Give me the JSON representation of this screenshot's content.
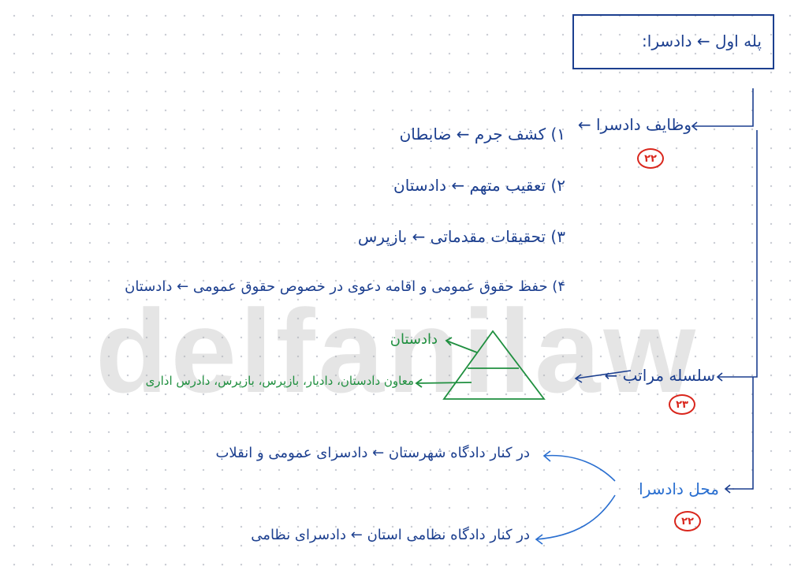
{
  "watermark": "delfanilaw",
  "title": "پله اول ← دادسرا:",
  "sections": {
    "duties": {
      "heading": "وظایف دادسرا ←",
      "badge": "۲۲",
      "items": [
        "۱) کشف جرم ← ضابطان",
        "۲) تعقیب متهم ← دادستان",
        "۳) تحقیقات مقدماتی ← بازپرس",
        "۴) حفظ حقوق عمومی و اقامه دعوی در خصوص حقوق عمومی ← دادستان"
      ]
    },
    "hierarchy": {
      "heading": "سلسله مراتب ←",
      "badge": "۲۳",
      "top_label": "دادستان",
      "bottom_label": "معاون دادستان، دادیار، بازپرس، بازپرس، دادرس اداری"
    },
    "location": {
      "heading": "محل دادسرا",
      "badge": "۲۲",
      "items": [
        "در کنار دادگاه شهرستان ← دادسرای عمومی و انقلاب",
        "در کنار دادگاه نظامی استان ← دادسرای نظامی"
      ]
    }
  },
  "colors": {
    "ink": "#1c3f8f",
    "light_ink": "#2a6fd0",
    "green": "#1f8f3f",
    "red": "#d9261c"
  }
}
